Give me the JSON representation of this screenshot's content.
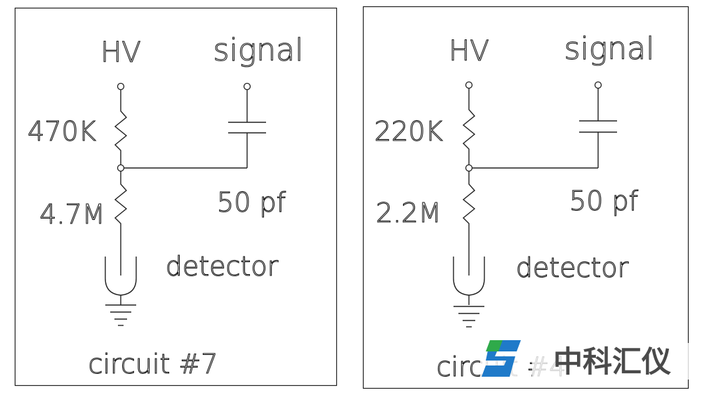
{
  "panels": [
    {
      "hv_label": "HV",
      "signal_label": "signal",
      "r_top": "470K",
      "r_bottom": "4.7M",
      "capacitor": "50 pf",
      "detector_label": "detector",
      "circuit_label": "circuit #7"
    },
    {
      "hv_label": "HV",
      "signal_label": "signal",
      "r_top": "220K",
      "r_bottom": "2.2M",
      "capacitor": "50 pf",
      "detector_label": "detector",
      "circuit_label": "circuit #4"
    }
  ],
  "watermark": {
    "text": "中科汇仪",
    "logo_color": "#1f7ac9",
    "logo_accent": "#2faa4a"
  }
}
